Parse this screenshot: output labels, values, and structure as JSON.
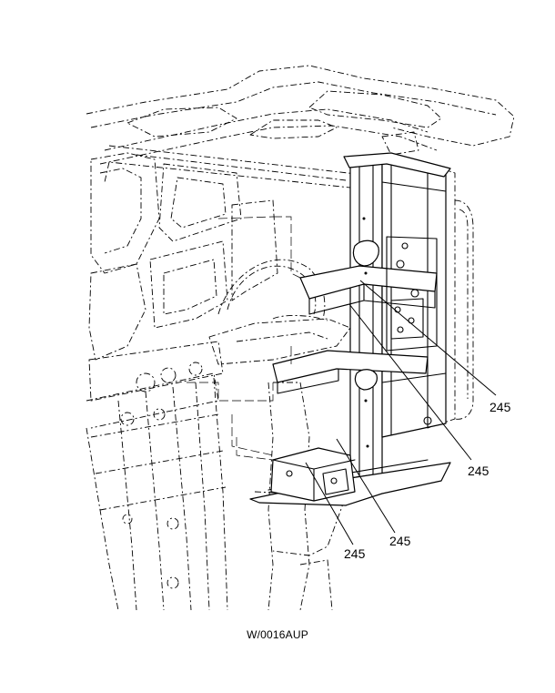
{
  "figure_id": "W/0016AUP",
  "callouts": [
    "245",
    "245",
    "245",
    "245"
  ],
  "colors": {
    "line": "#000000",
    "background": "#ffffff"
  }
}
